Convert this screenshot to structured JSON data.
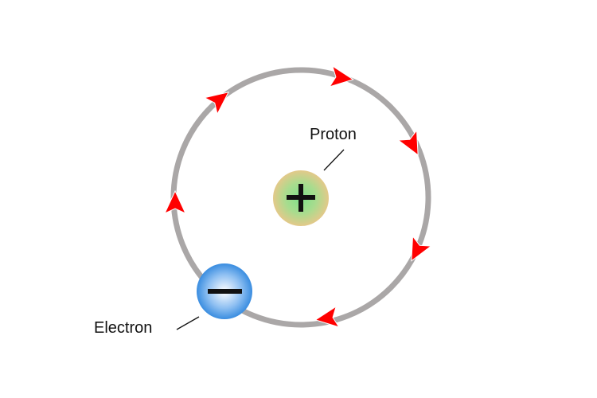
{
  "labels": {
    "proton": "Proton",
    "electron": "Electron"
  },
  "symbols": {
    "proton_charge": "+",
    "electron_charge": "−"
  },
  "colors": {
    "orbit": "#aaa7a7",
    "arrow": "#ff0000",
    "proton_center": "#7ee08a",
    "proton_edge": "#e3c98a",
    "electron_center": "#ffffff",
    "electron_edge": "#3a8de0"
  },
  "orbit_direction": "clockwise"
}
